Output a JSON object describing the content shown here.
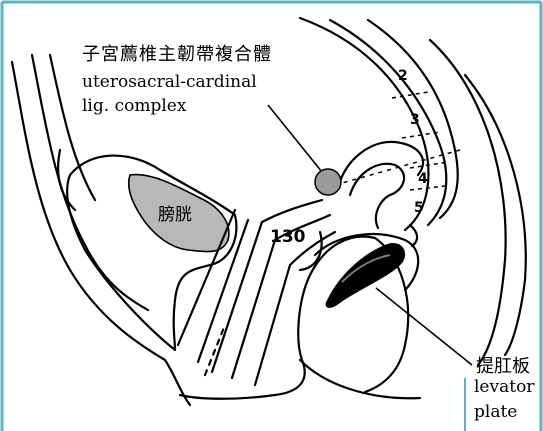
{
  "figure": {
    "border_color": "#5ab4c8",
    "labels": {
      "uterosacral_cn": "子宮薦椎主韌帶複合體",
      "uterosacral_en_line1": "uterosacral-cardinal",
      "uterosacral_en_line2": "lig. complex",
      "levator_cn": "提肛板",
      "levator_en_line1": "levator",
      "levator_en_line2": "plate"
    },
    "bladder_label": "膀胱",
    "angle_label": "130",
    "vertebra_numbers": [
      "2",
      "3",
      "4",
      "5"
    ]
  }
}
